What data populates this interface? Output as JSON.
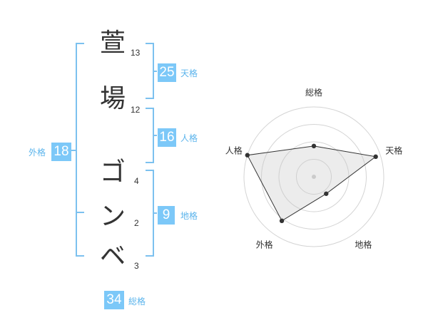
{
  "name": {
    "chars": [
      "萱",
      "場",
      "ゴ",
      "ン",
      "ベ"
    ],
    "strokes": [
      "13",
      "12",
      "4",
      "2",
      "3"
    ]
  },
  "fortune": {
    "tenkaku": {
      "label": "天格",
      "value": "25"
    },
    "jinkaku": {
      "label": "人格",
      "value": "16"
    },
    "chikaku": {
      "label": "地格",
      "value": "9"
    },
    "gaikaku": {
      "label": "外格",
      "value": "18"
    },
    "soukaku": {
      "label": "総格",
      "value": "34"
    }
  },
  "colors": {
    "accent": "#7cc8f8",
    "bracket": "#7cc1ef",
    "label": "#5bb4ec",
    "text": "#333333"
  },
  "chart_data": {
    "type": "radar",
    "axes": [
      "総格",
      "天格",
      "地格",
      "外格",
      "人格"
    ],
    "values": [
      0.44,
      0.93,
      0.3,
      0.78,
      1.0
    ],
    "rings": 4,
    "range": [
      0,
      1
    ]
  }
}
